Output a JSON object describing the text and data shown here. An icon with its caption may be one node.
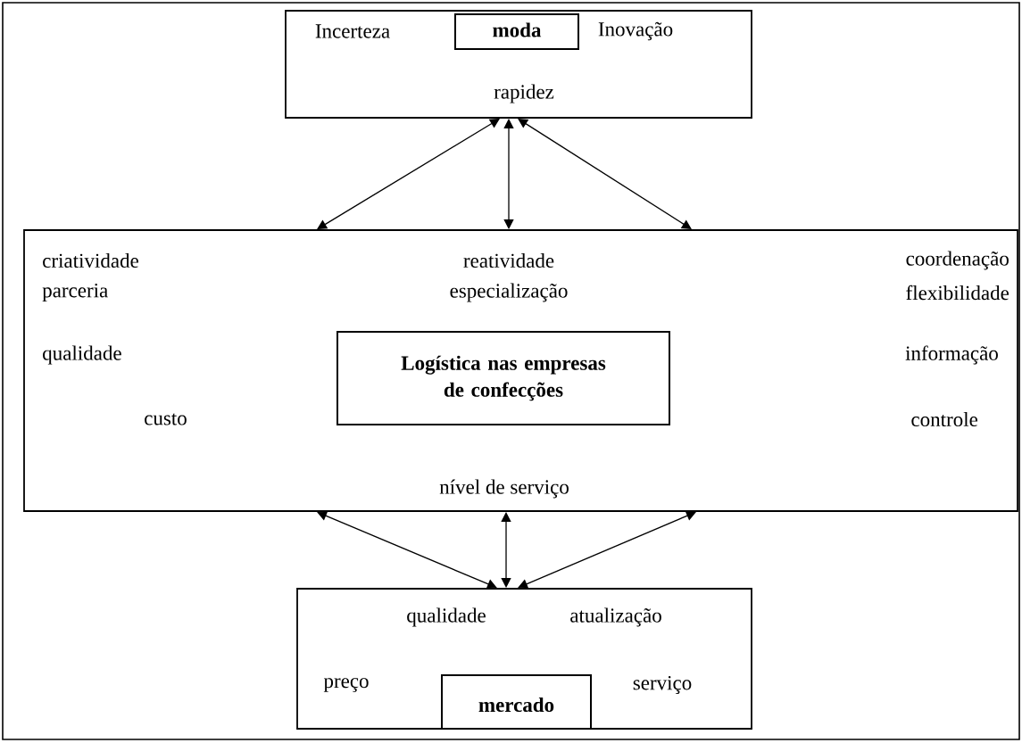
{
  "diagram": {
    "nodes": [
      {
        "text": [
          "Incerteza",
          "Inovação",
          "rapidez"
        ]
      },
      {
        "text": [
          "moda"
        ],
        "in": 0
      },
      {
        "text": [
          "criatividade",
          "parceria",
          "qualidade",
          "custo",
          "reatividade",
          "especialização",
          "coordenação",
          "flexibilidade",
          "informação",
          "controle",
          "nível de serviço"
        ]
      },
      {
        "text": [
          "Logística nas empresas de confecções"
        ],
        "in": 2
      },
      {
        "text": [
          "qualidade",
          "atualização",
          "preço",
          "serviço"
        ]
      },
      {
        "text": [
          "mercado"
        ],
        "in": 4
      }
    ],
    "edges": [
      {
        "from": 0,
        "to": 2,
        "arrow": "both"
      },
      {
        "from": 0,
        "to": 2,
        "arrow": "both"
      },
      {
        "from": 0,
        "to": 2,
        "arrow": "both"
      },
      {
        "from": 2,
        "to": 4,
        "arrow": "both"
      },
      {
        "from": 2,
        "to": 4,
        "arrow": "both"
      },
      {
        "from": 2,
        "to": 4,
        "arrow": "both"
      }
    ]
  }
}
